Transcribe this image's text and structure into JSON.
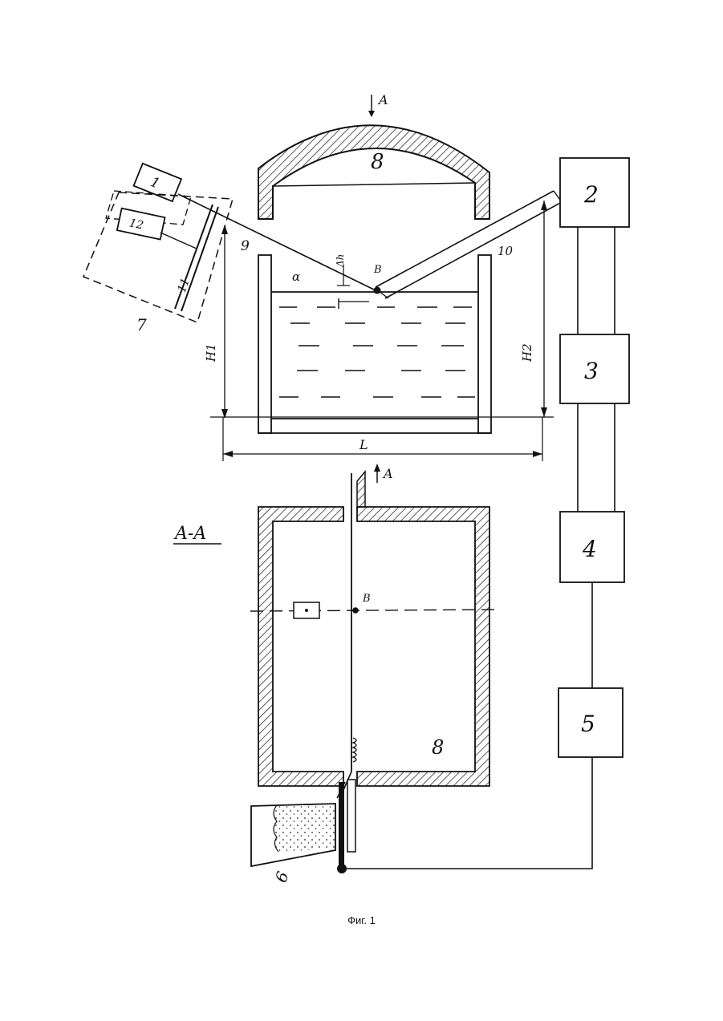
{
  "labels": {
    "section_arrow_top": "A",
    "section_arrow_bottom": "A",
    "section_title": "A-A",
    "point_b_top": "B",
    "point_b_bottom": "B",
    "alpha": "α",
    "delta_h": "Δh",
    "H1": "H1",
    "H2": "H2",
    "L": "L"
  },
  "numbers": {
    "n1": "1",
    "n2": "2",
    "n3": "3",
    "n4": "4",
    "n5": "5",
    "n6": "6",
    "n7": "7",
    "n8_top": "8",
    "n8_bottom": "8",
    "n9": "9",
    "n10": "10",
    "n11": "11",
    "n12": "12"
  },
  "caption": "Фиг. 1"
}
